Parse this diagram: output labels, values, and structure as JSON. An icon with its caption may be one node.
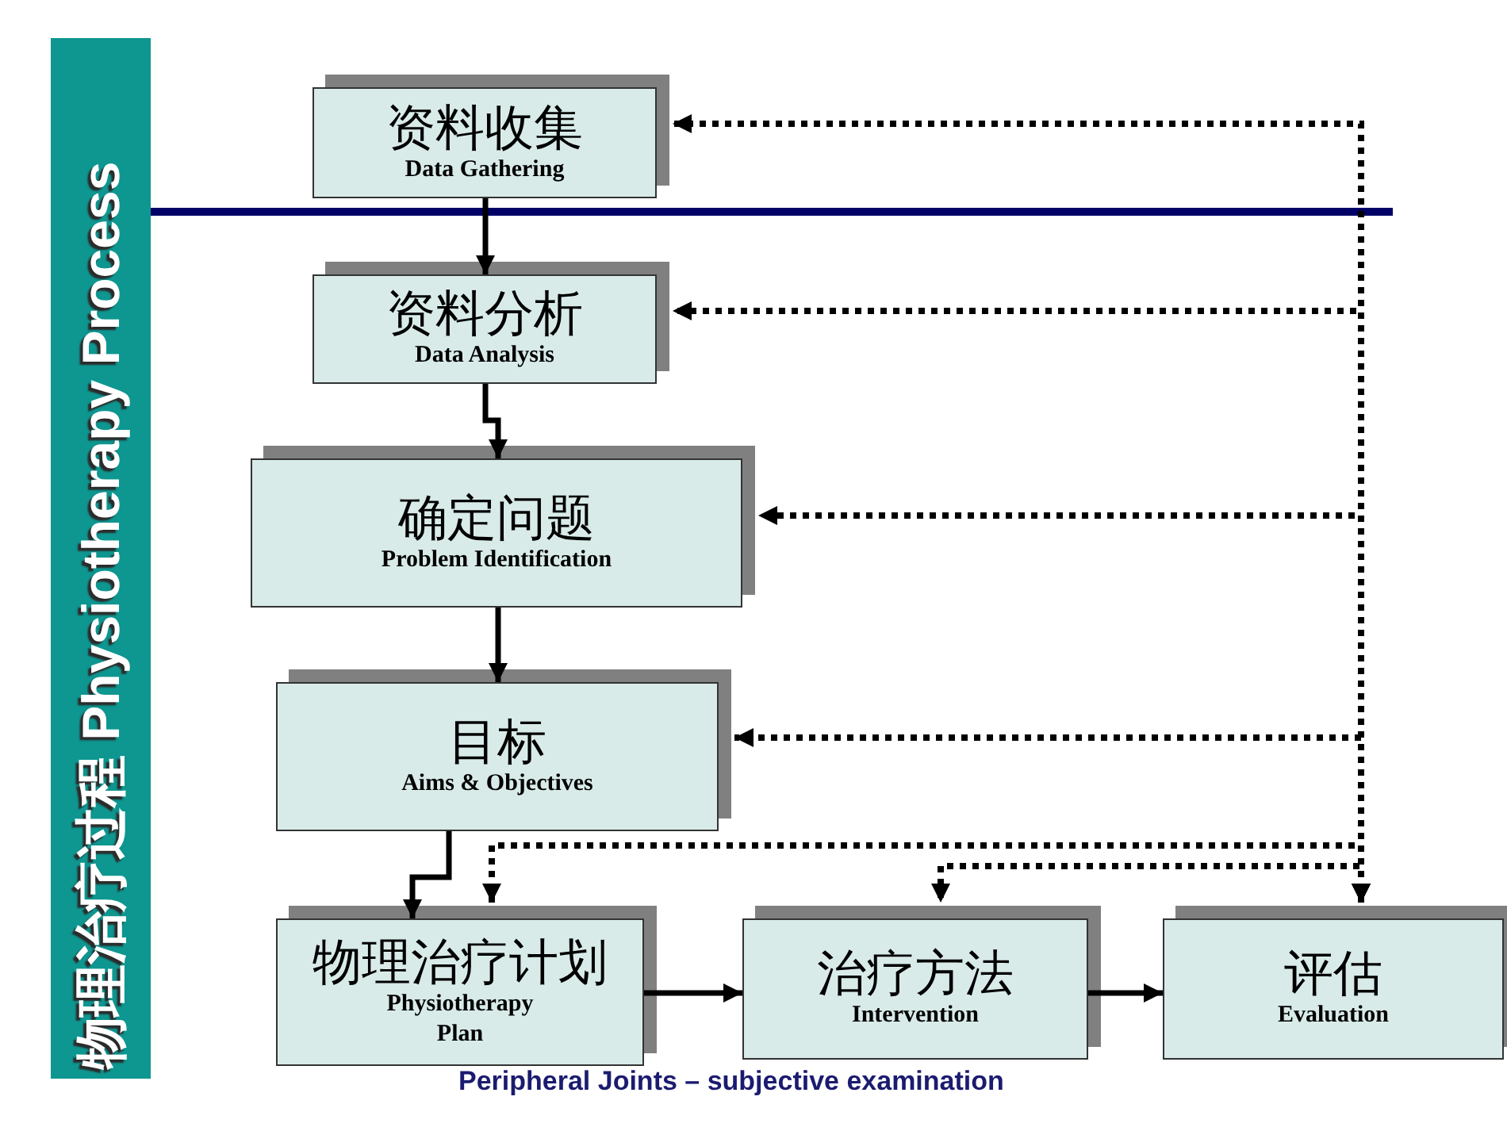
{
  "diagram": {
    "title": "物理治疗过程 Physiotherapy Process",
    "nodes": [
      {
        "text": [
          "资料收集",
          "Data Gathering"
        ]
      },
      {
        "text": [
          "资料分析",
          "Data Analysis"
        ]
      },
      {
        "text": [
          "确定问题",
          "Problem Identification"
        ]
      },
      {
        "text": [
          "目标",
          "Aims & Objectives"
        ]
      },
      {
        "text": [
          "物理治疗计划",
          "Physiotherapy Plan"
        ]
      },
      {
        "text": [
          "治疗方法",
          "Intervention"
        ]
      },
      {
        "text": [
          "评估",
          "Evaluation"
        ]
      }
    ],
    "edges": [
      {
        "from": 0,
        "to": 1,
        "arrow": "to"
      },
      {
        "from": 1,
        "to": 2,
        "arrow": "to"
      },
      {
        "from": 2,
        "to": 3,
        "arrow": "to"
      },
      {
        "from": 3,
        "to": 4,
        "arrow": "to"
      },
      {
        "from": 4,
        "to": 5,
        "arrow": "to"
      },
      {
        "from": 5,
        "to": 6,
        "arrow": "to"
      },
      {
        "from": 6,
        "to": 0,
        "arrow": "both",
        "style": "dashed"
      },
      {
        "from": 6,
        "to": 1,
        "arrow": "both",
        "style": "dashed"
      },
      {
        "from": 6,
        "to": 2,
        "arrow": "both",
        "style": "dashed"
      },
      {
        "from": 6,
        "to": 3,
        "arrow": "both",
        "style": "dashed"
      },
      {
        "from": 6,
        "to": 4,
        "arrow": "both",
        "style": "dashed"
      },
      {
        "from": 6,
        "to": 5,
        "arrow": "both",
        "style": "dashed"
      }
    ],
    "labels": [
      "Peripheral Joints – subjective examination"
    ]
  }
}
